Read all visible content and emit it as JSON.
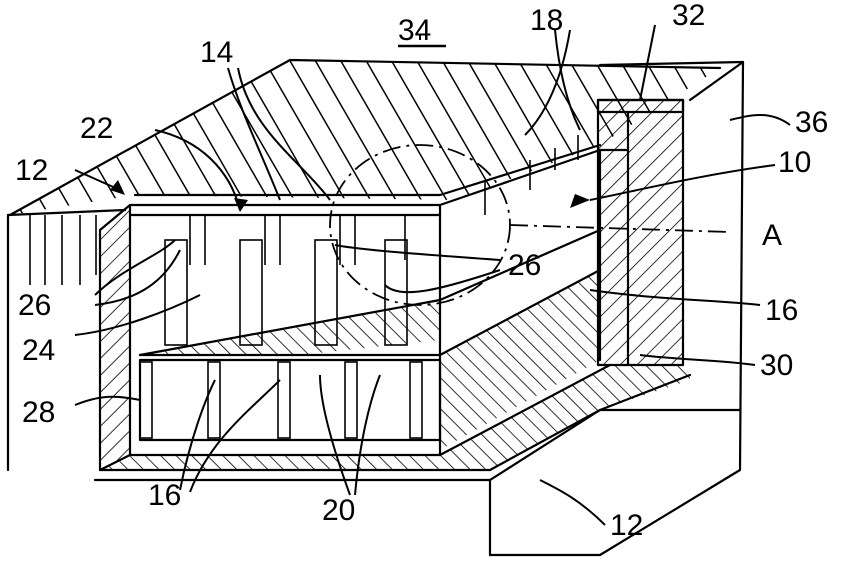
{
  "figure": {
    "labels": {
      "l34": "34",
      "l18": "18",
      "l32": "32",
      "l14": "14",
      "l36": "36",
      "l22": "22",
      "l10": "10",
      "l12a": "12",
      "lA": "A",
      "l26a": "26",
      "l26b": "26",
      "l16a": "16",
      "l24": "24",
      "l30": "30",
      "l28": "28",
      "l16b": "16",
      "l20": "20",
      "l12b": "12"
    }
  }
}
